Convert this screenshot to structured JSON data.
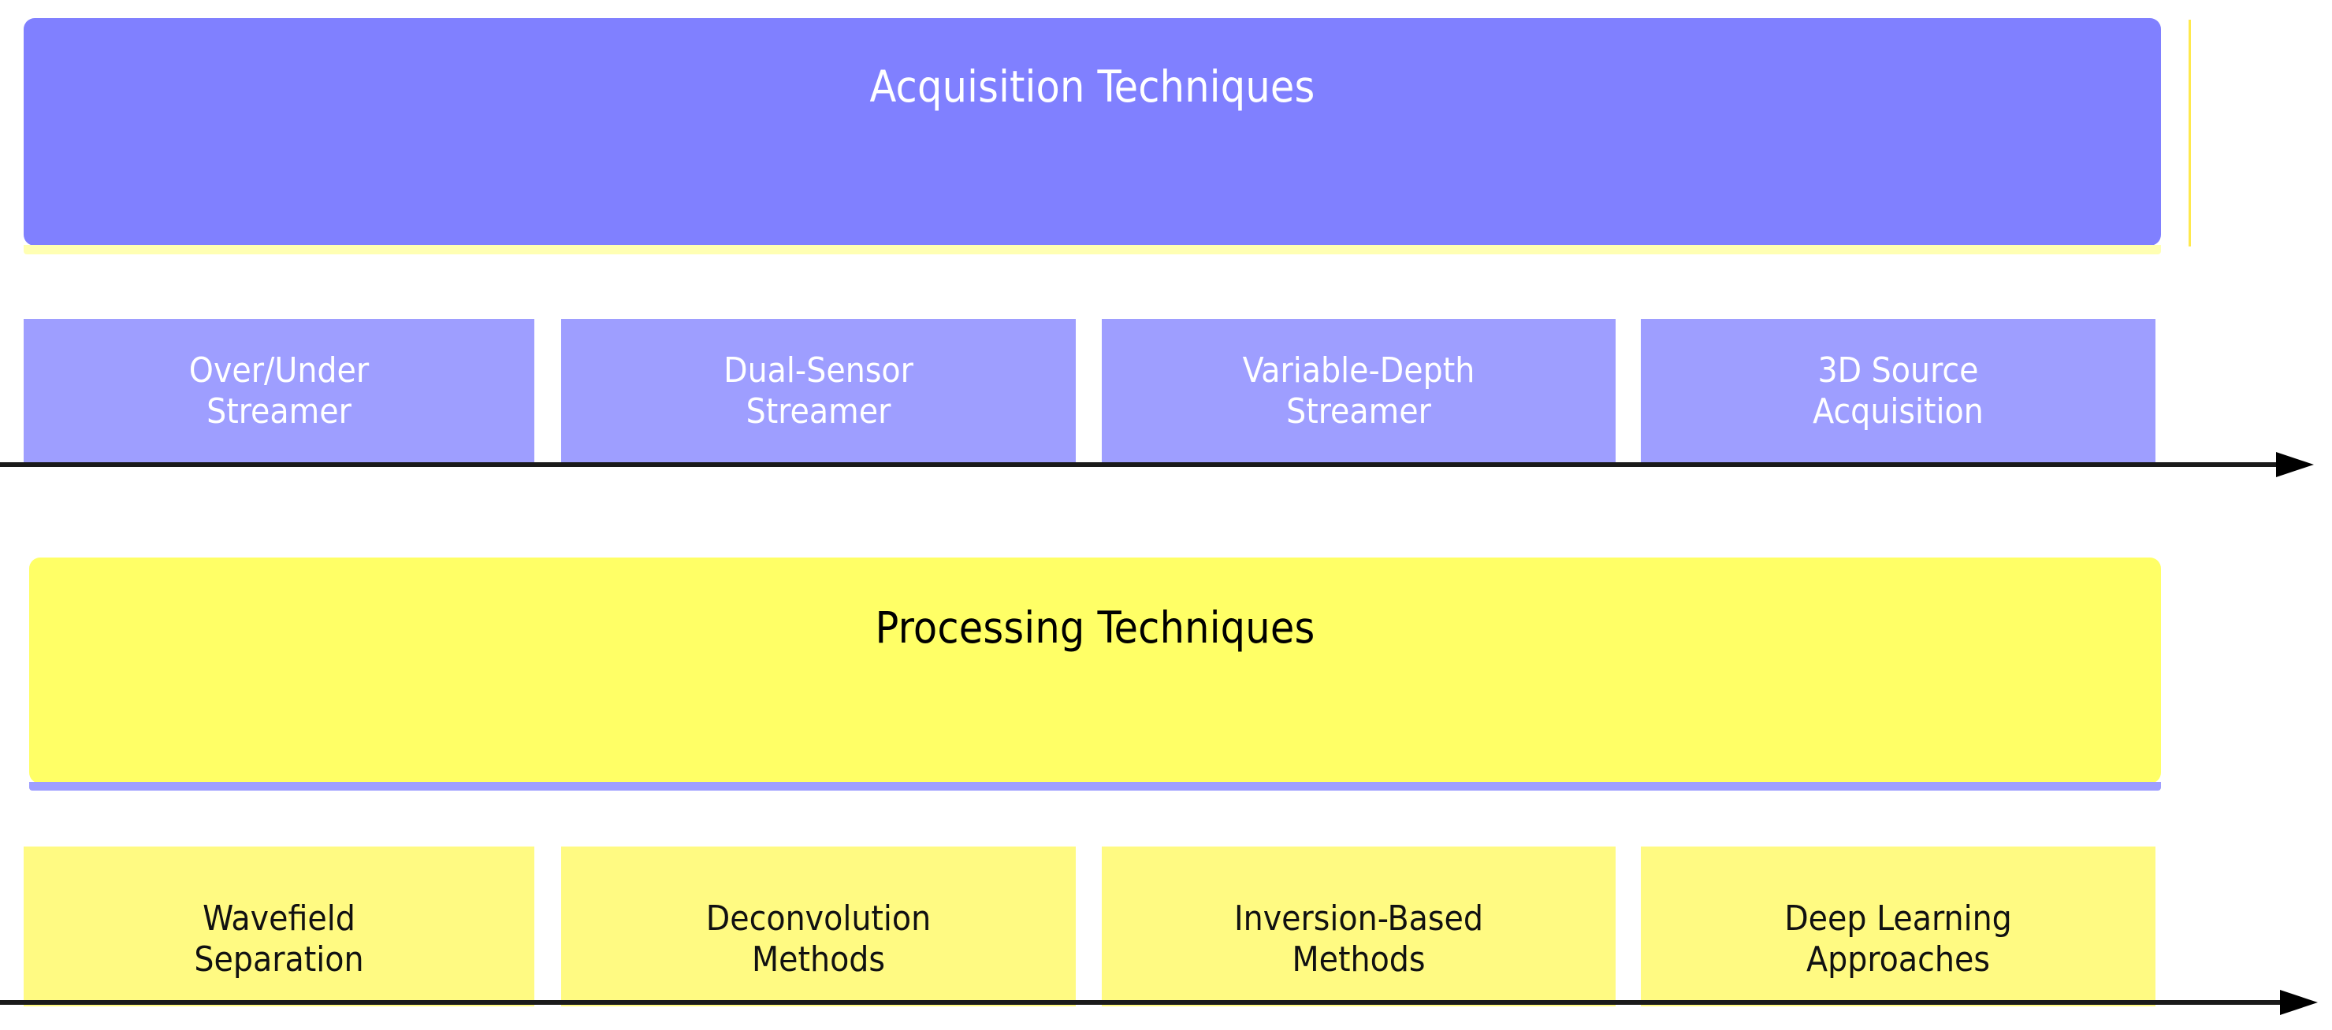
{
  "diagram": {
    "title_visible": false,
    "background_color": "#ffffff",
    "tracks": [
      {
        "id": "acquisition",
        "banner_label": "Acquisition Techniques",
        "banner_color": "#8080ff",
        "banner_text_color": "#ffffff",
        "strip_color": "#ffffb3",
        "item_color": "#9e9eff",
        "item_text_color": "#ffffff",
        "axis_arrow": "right-arrow-icon",
        "items": [
          {
            "line1": "Over/Under",
            "line2": "Streamer"
          },
          {
            "line1": "Dual-Sensor",
            "line2": "Streamer"
          },
          {
            "line1": "Variable-Depth",
            "line2": "Streamer"
          },
          {
            "line1": "3D Source",
            "line2": "Acquisition"
          }
        ]
      },
      {
        "id": "processing",
        "banner_label": "Processing Techniques",
        "banner_color": "#ffff66",
        "banner_text_color": "#000000",
        "strip_color": "#9e9eff",
        "item_color": "#fffa82",
        "item_text_color": "#111111",
        "axis_arrow": "right-arrow-icon",
        "items": [
          {
            "line1": "Wavefield",
            "line2": "Separation"
          },
          {
            "line1": "Deconvolution",
            "line2": "Methods"
          },
          {
            "line1": "Inversion-Based",
            "line2": "Methods"
          },
          {
            "line1": "Deep Learning",
            "line2": "Approaches"
          }
        ]
      }
    ],
    "accent_tick_color": "#ffe94d",
    "arrow_color": "#1a1a1a"
  }
}
